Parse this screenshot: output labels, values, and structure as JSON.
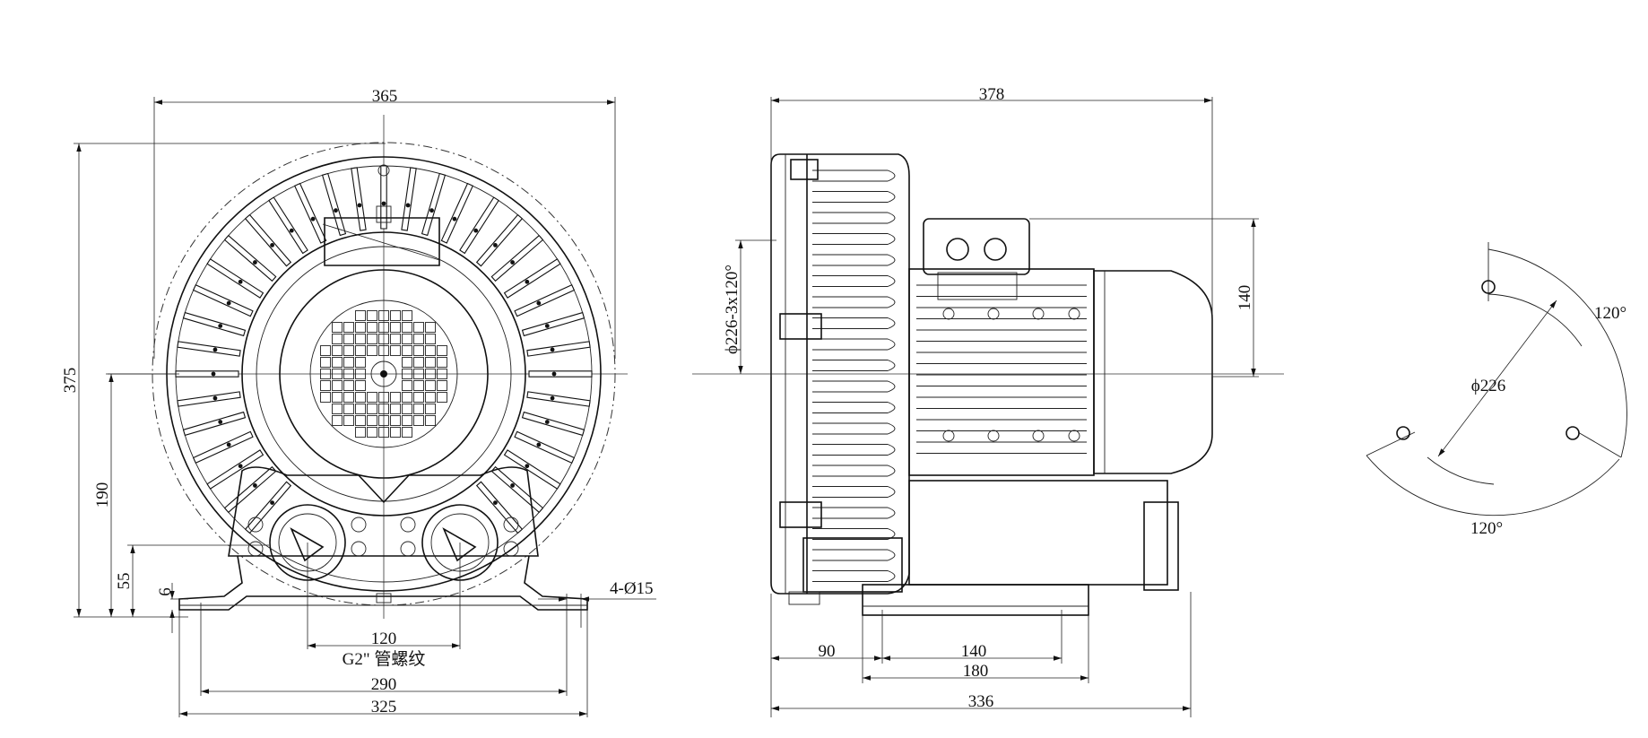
{
  "front_view": {
    "dim_width": "365",
    "dim_height": "375",
    "dim_center_height": "190",
    "dim_port_height": "55",
    "dim_foot_thickness": "6",
    "dim_mount_holes": "4-Ø15",
    "dim_port_spacing": "120",
    "port_thread": "G2\" 管螺纹",
    "dim_hole_spacing": "290",
    "dim_base_width": "325"
  },
  "side_view": {
    "dim_total_length": "378",
    "dim_bolt_circle": "ϕ226-3x120°",
    "dim_box_height": "140",
    "dim_front_offset": "90",
    "dim_hole_pitch": "140",
    "dim_base_length": "180",
    "dim_overall": "336"
  },
  "hole_pattern": {
    "dim_angle_top": "120°",
    "dim_diameter": "ϕ226",
    "dim_angle_bottom": "120°"
  }
}
